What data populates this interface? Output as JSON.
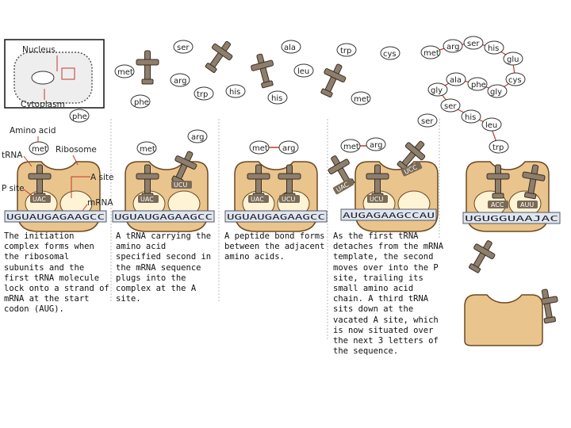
{
  "amino_acids": {
    "ser": "ser",
    "ala": "ala",
    "trp": "trp",
    "cys": "cys",
    "met": "met",
    "arg": "arg",
    "his": "his",
    "glu": "glu",
    "leu": "leu",
    "phe": "phe",
    "gly": "gly"
  },
  "labels": {
    "nucleus": "Nucleus",
    "cytoplasm": "Cytoplasm",
    "amino_acid": "Amino acid",
    "trna": "tRNA",
    "ribosome": "Ribosome",
    "a_site": "A site",
    "p_site": "P site",
    "mrna": "mRNA"
  },
  "anticodons": {
    "uac": "UAC",
    "ucu": "UCU",
    "ucc": "UCC",
    "acc": "ACC",
    "auu": "AUU"
  },
  "mrna": {
    "strand1": "UGUAUGAGAAGCC",
    "strand2": "UGUAUGAGAAGCC",
    "strand3": "UGUAUGAGAAGCC",
    "strand4": "AUGAGAAGCCAU",
    "strand5": "UGUGGUAAJAC"
  },
  "captions": {
    "step1": "The initiation complex forms when the ribosomal subunits and the first tRNA molecule lock onto a strand of mRNA at the start codon (AUG).",
    "step2": "A tRNA carrying the amino acid specified second in the mRNA sequence plugs into the complex at the A site.",
    "step3": "A peptide bond forms between the adjacent amino acids.",
    "step4": "As the first tRNA detaches from the mRNA template, the second moves over into the P site, trailing its small amino acid chain. A third tRNA sits down at the vacated A site, which is now situated over the next 3 letters of the sequence."
  },
  "colors": {
    "ribosome": "#e9c48c",
    "ribosome_outline": "#6b4a24",
    "trna": "#8e7e6c",
    "mrna": "#dfe6ee",
    "label_line": "#c0392b"
  }
}
